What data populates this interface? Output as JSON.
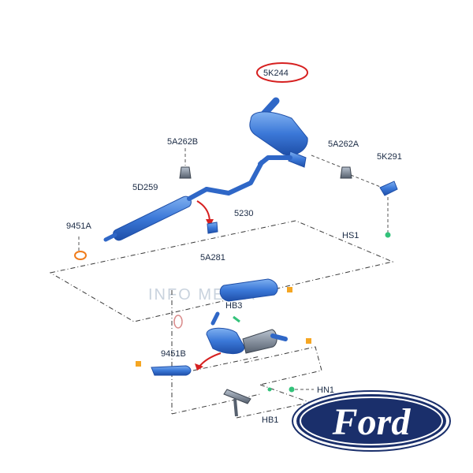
{
  "watermark": "INFO MEDIA",
  "brand": {
    "logo_text": "Ford",
    "colors": {
      "oval_outer": "#1a2f6b",
      "oval_inner": "#233d8a",
      "ring": "#ffffff"
    }
  },
  "colors": {
    "part_blue": "#3b78d8",
    "part_blue_dark": "#1f4fa8",
    "part_grey": "#6e7b8c",
    "highlight_ring": "#d62020",
    "arrow_red": "#d62020",
    "connector_green": "#33c27a",
    "connector_orange": "#f5a623"
  },
  "parts": [
    {
      "id": "5K244",
      "label": "5K244",
      "highlighted": true
    },
    {
      "id": "5A262B",
      "label": "5A262B"
    },
    {
      "id": "5A262A",
      "label": "5A262A"
    },
    {
      "id": "5K291",
      "label": "5K291"
    },
    {
      "id": "5D259",
      "label": "5D259"
    },
    {
      "id": "5230",
      "label": "5230"
    },
    {
      "id": "9451A",
      "label": "9451A"
    },
    {
      "id": "5A281",
      "label": "5A281"
    },
    {
      "id": "HS1",
      "label": "HS1"
    },
    {
      "id": "HB3",
      "label": "HB3"
    },
    {
      "id": "9451B",
      "label": "9451B"
    },
    {
      "id": "HN1",
      "label": "HN1"
    },
    {
      "id": "HB1",
      "label": "HB1"
    }
  ]
}
